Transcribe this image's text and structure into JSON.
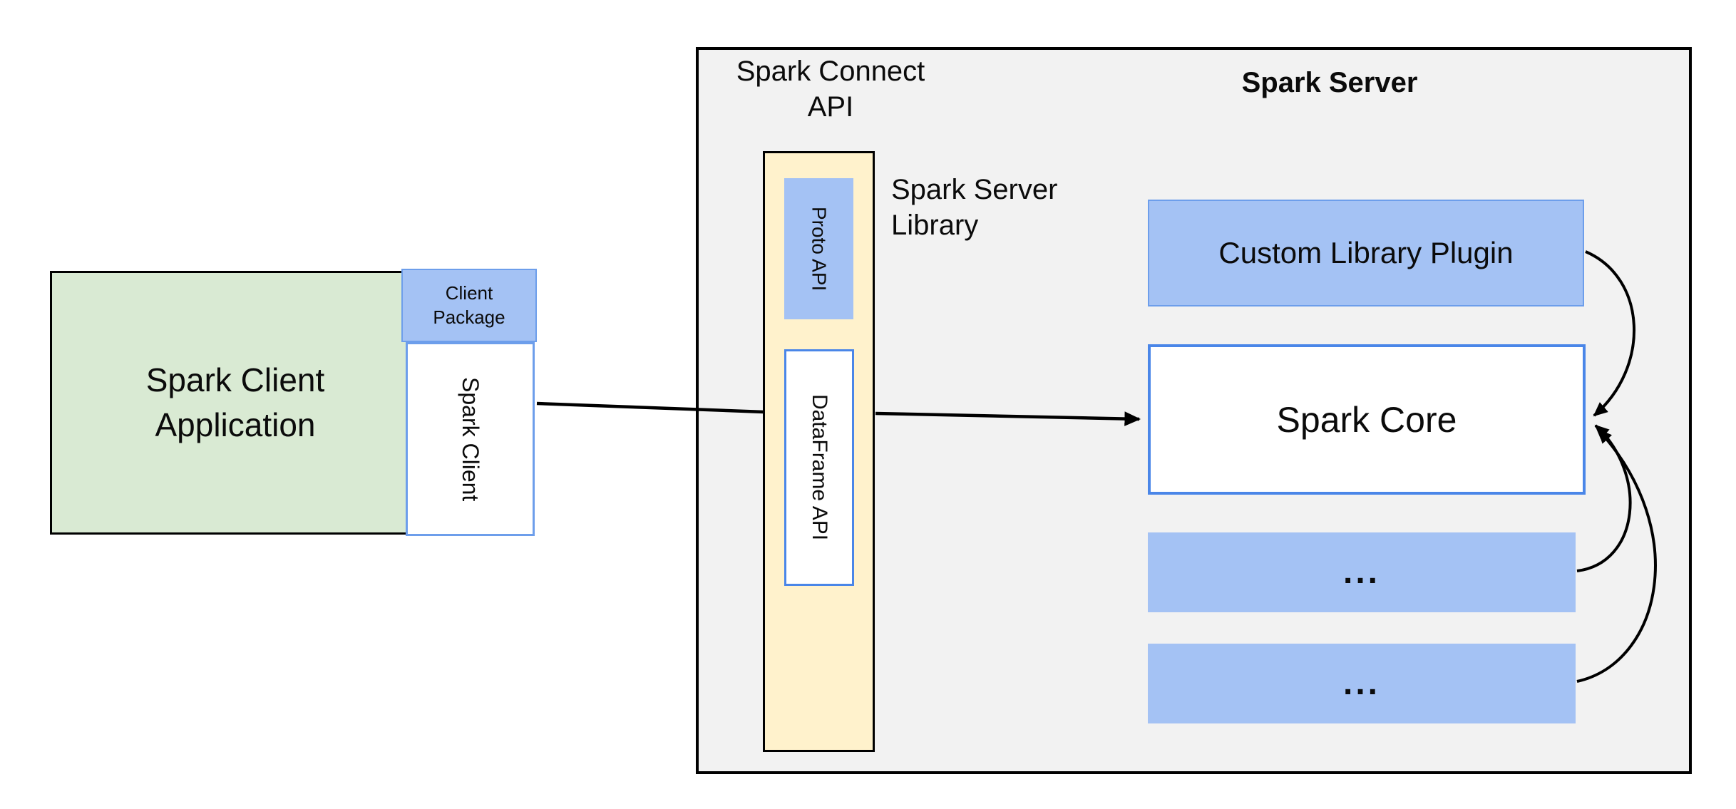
{
  "colors": {
    "outer_fill": "#f2f2f2",
    "green_fill": "#d9ead3",
    "yellow_fill": "#fff2cc",
    "blue_fill": "#a4c2f4",
    "blue_border_light": "#6d9eeb",
    "blue_border_strong": "#4a86e8",
    "line_color": "#000000"
  },
  "client_app": {
    "lines": [
      "Spark Client",
      "Application"
    ]
  },
  "client_package": {
    "lines": [
      "Client",
      "Package"
    ]
  },
  "spark_client": {
    "label": "Spark Client"
  },
  "connect_api_label": {
    "lines": [
      "Spark Connect",
      "API"
    ]
  },
  "proto_api": {
    "label": "Proto API"
  },
  "dataframe_api": {
    "label": "DataFrame API"
  },
  "server_library_label": {
    "lines": [
      "Spark Server",
      "Library"
    ]
  },
  "server_title": {
    "label": "Spark Server"
  },
  "custom_plugin": {
    "label": "Custom Library Plugin"
  },
  "spark_core": {
    "label": "Spark Core"
  },
  "plugin_slot_1": {
    "label": "..."
  },
  "plugin_slot_2": {
    "label": "..."
  }
}
